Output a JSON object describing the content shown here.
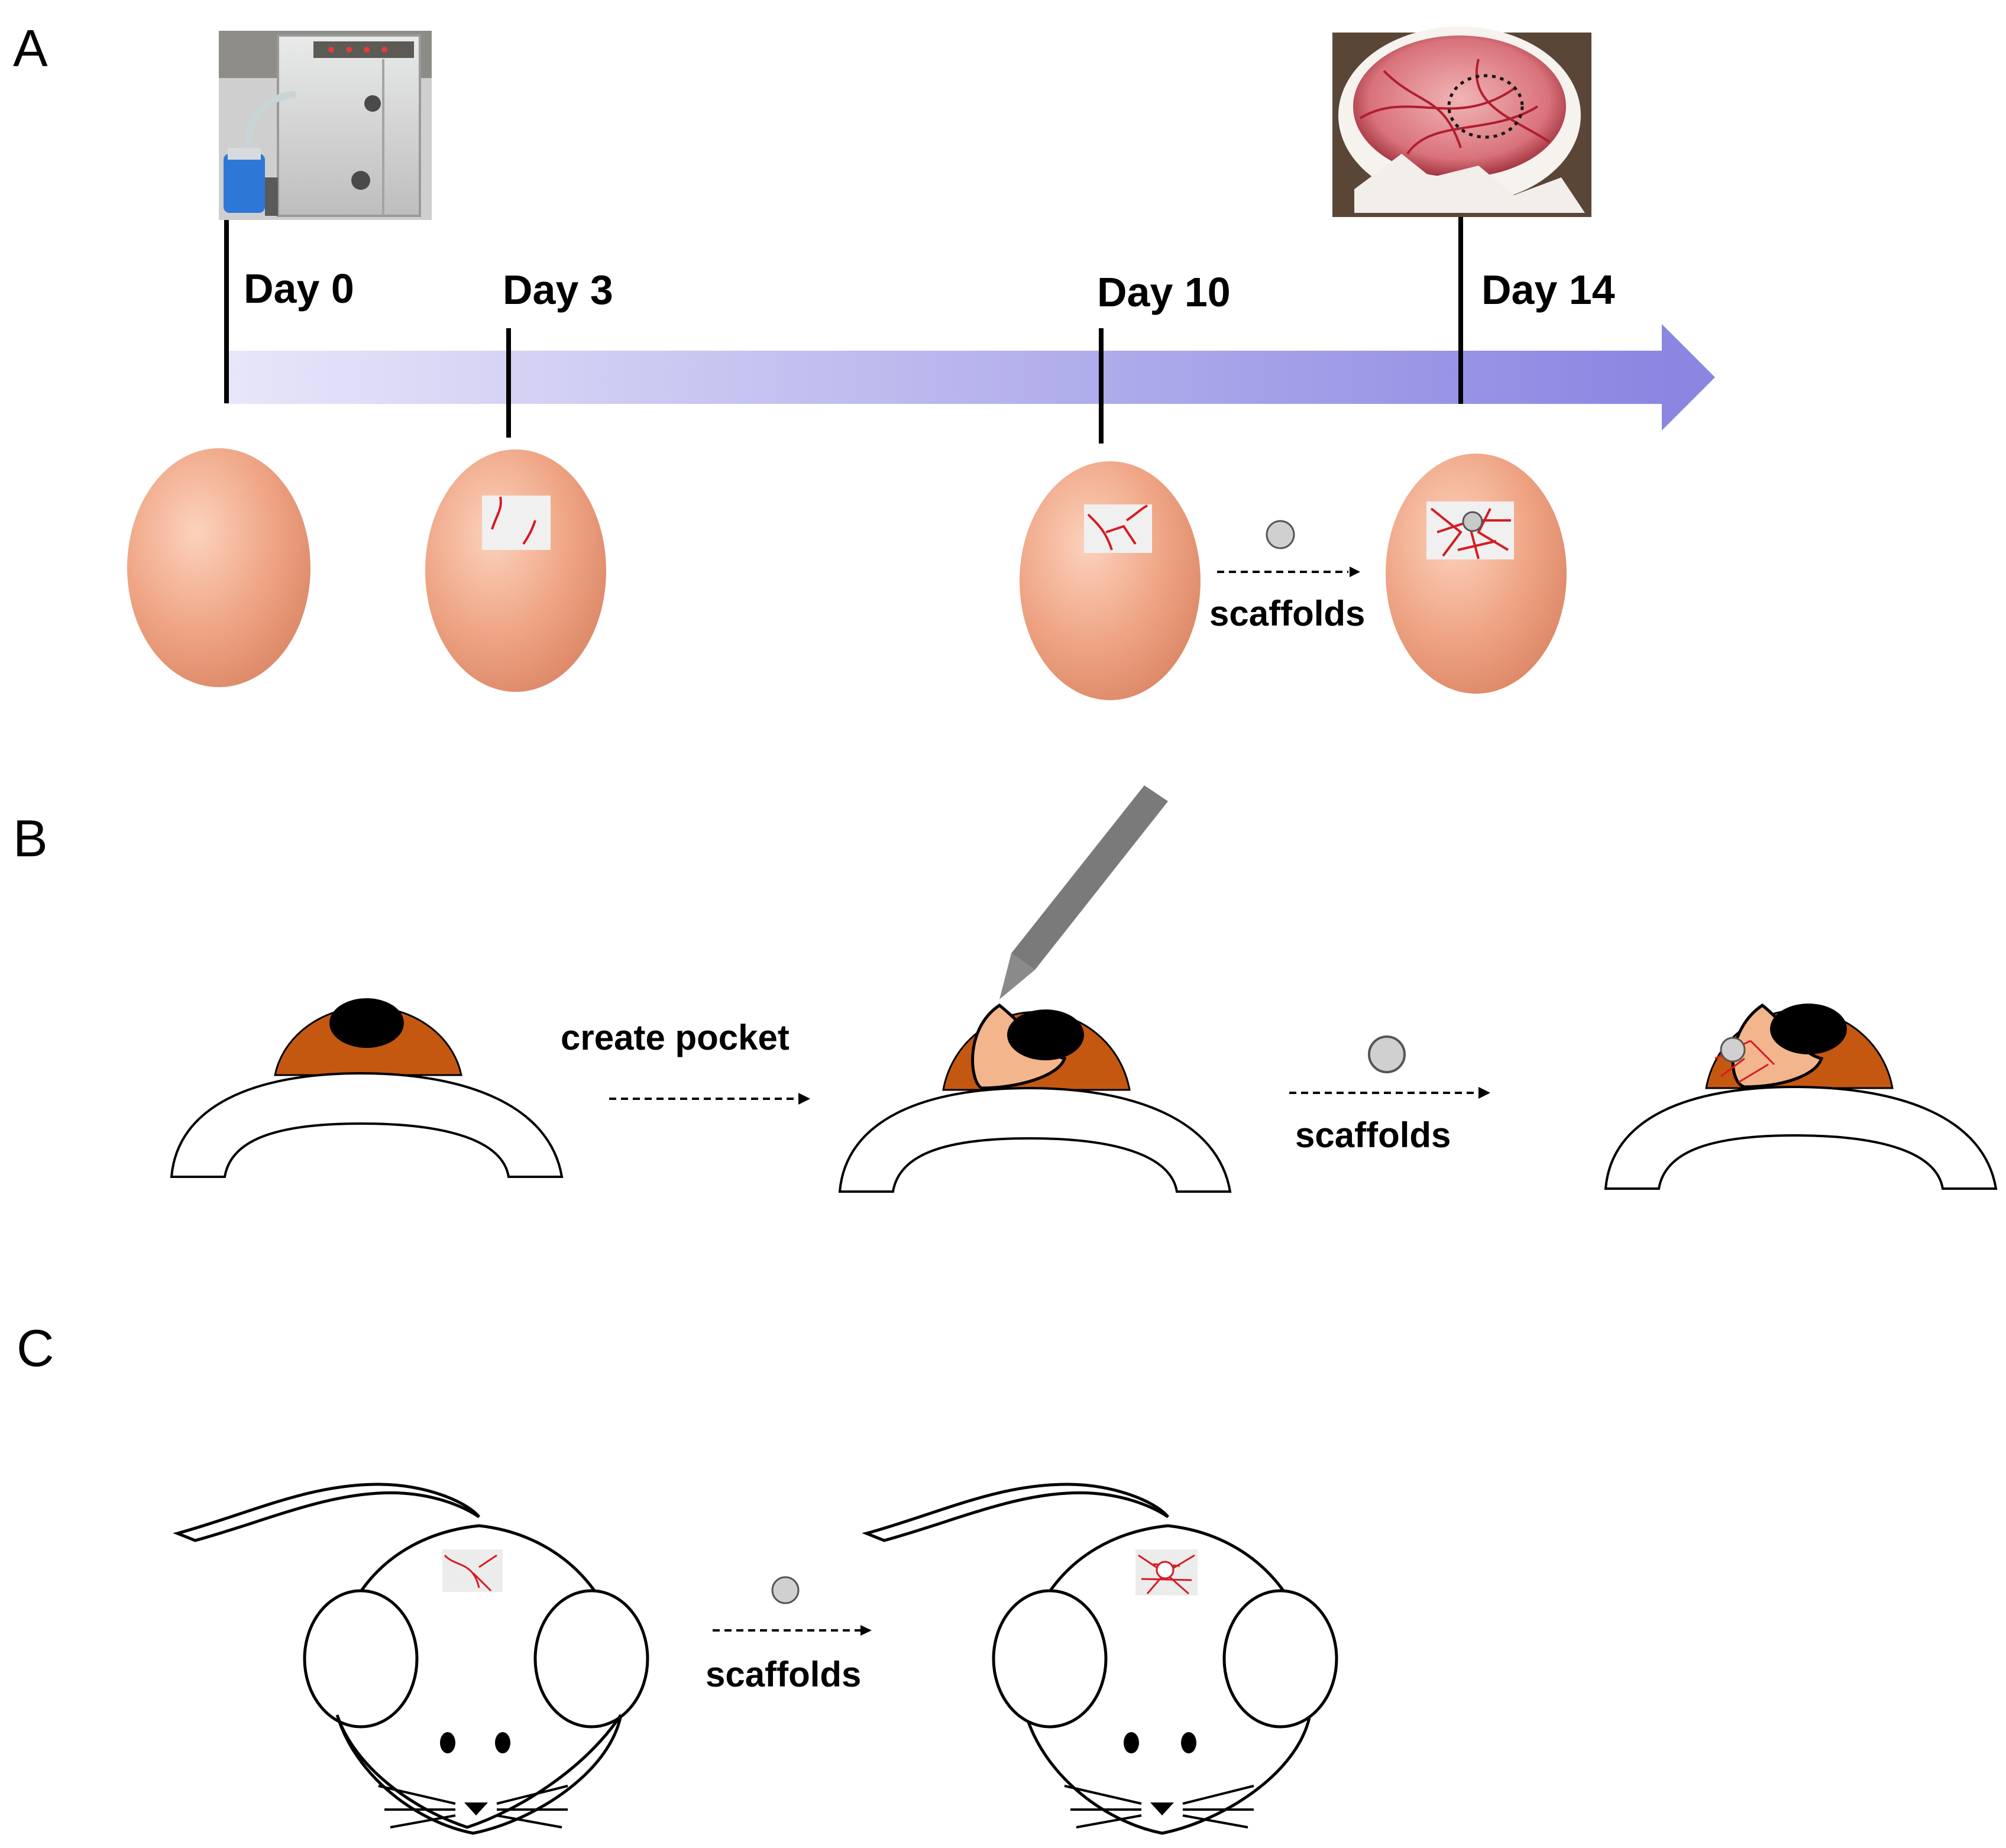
{
  "panels": {
    "a": "A",
    "b": "B",
    "c": "C"
  },
  "timeline": {
    "days": [
      "Day 0",
      "Day 3",
      "Day 10",
      "Day 14"
    ],
    "arrow_color_start": "#e6e4f8",
    "arrow_color_end": "#8a86e2"
  },
  "labels": {
    "a_scaffolds": "scaffolds",
    "b_create_pocket": "create pocket",
    "b_scaffolds": "scaffolds",
    "c_scaffolds": "scaffolds"
  },
  "colors": {
    "egg": "#ec9e7b",
    "iris": "#c45811",
    "pocket": "#f3b58c",
    "vessel": "#d61b22",
    "scaffold": "#d0d0d0",
    "knife": "#7a7a7a"
  },
  "photos": {
    "incubator": "incubator-photo",
    "cam_membrane": "cam-membrane-photo"
  }
}
